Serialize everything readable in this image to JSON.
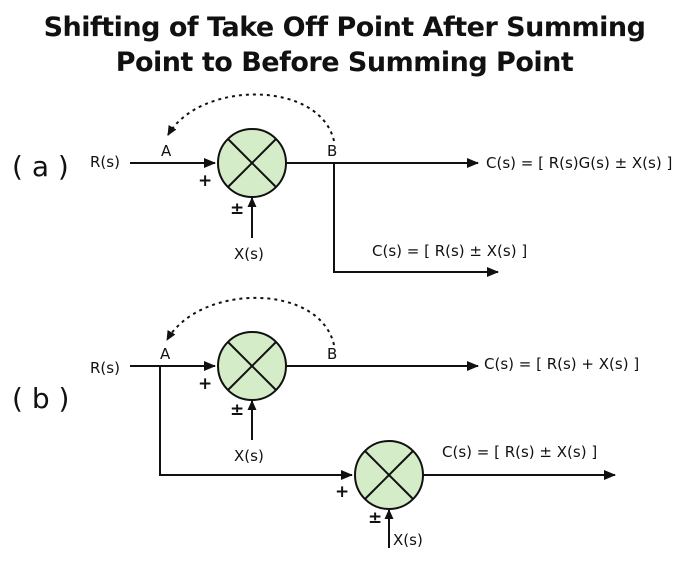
{
  "title": {
    "line1": "Shifting of Take Off Point After Summing",
    "line2": "Point to Before Summing Point"
  },
  "part_a": {
    "label": "( a )",
    "input": "R(s)",
    "point_a": "A",
    "point_b": "B",
    "plus": "+",
    "plus_minus": "±",
    "disturbance": "X(s)",
    "output_main": "C(s) = [ R(s)G(s) ± X(s) ]",
    "output_branch": "C(s) = [ R(s) ± X(s) ]"
  },
  "part_b": {
    "label": "( b )",
    "input": "R(s)",
    "point_a": "A",
    "point_b": "B",
    "plus": "+",
    "plus_minus": "±",
    "disturbance": "X(s)",
    "output_main": "C(s) = [ R(s) + X(s) ]",
    "plus_2": "+",
    "plus_minus_2": "±",
    "disturbance_2": "X(s)",
    "output_branch": "C(s) = [ R(s) ± X(s) ]"
  },
  "colors": {
    "summing_fill": "#d5ecc8",
    "line": "#111111"
  }
}
